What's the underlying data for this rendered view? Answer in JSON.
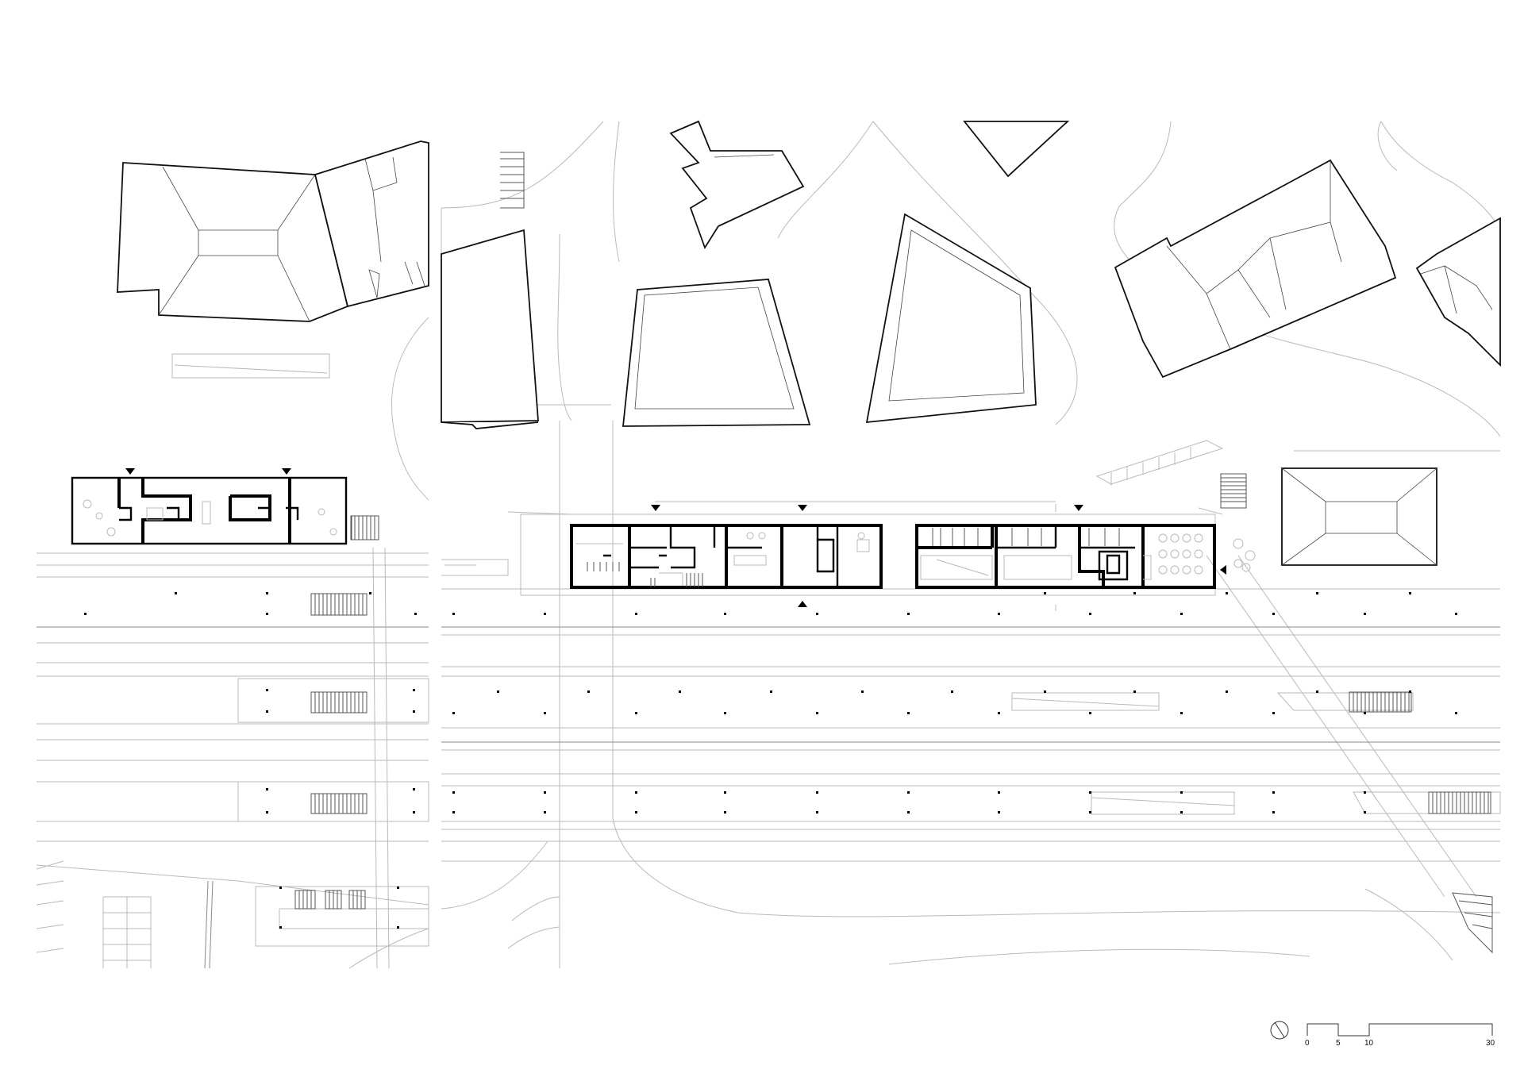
{
  "scale_bar": {
    "ticks": [
      "0",
      "5",
      "10",
      "30"
    ]
  },
  "colors": {
    "background": "#ffffff",
    "building_outline": "#111111",
    "context_lines": "#b9b9b9",
    "walls": "#000000"
  },
  "icons": {
    "north_arrow": "north-arrow-icon",
    "entrance_marker": "triangle-entrance-icon"
  }
}
